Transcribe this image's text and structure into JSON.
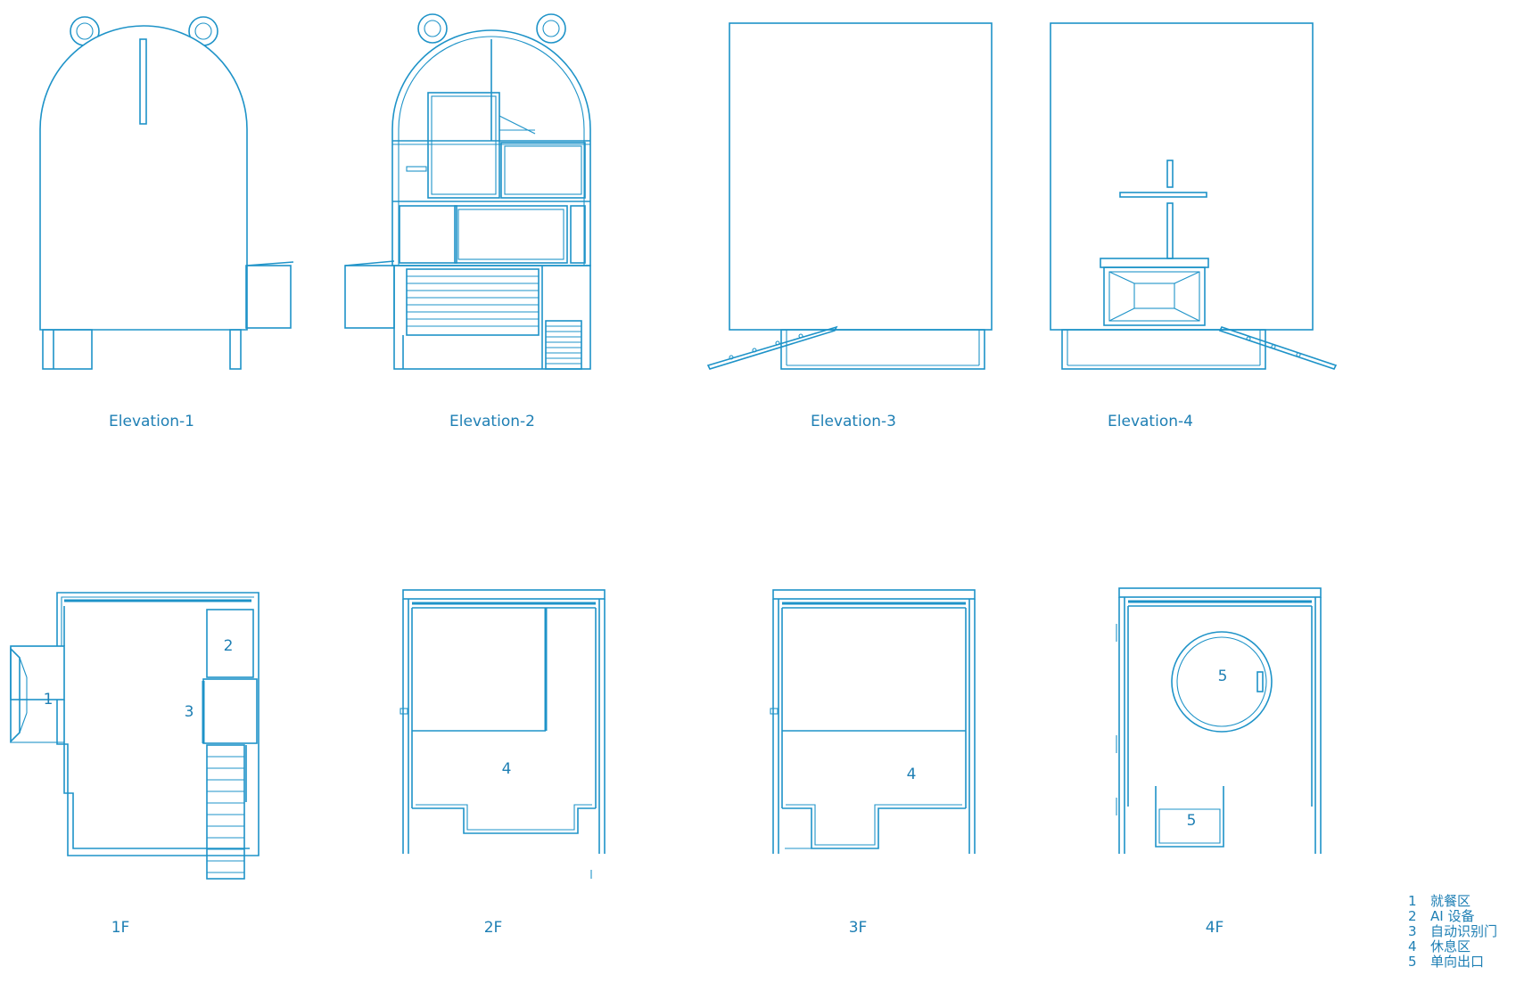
{
  "elevations": [
    "Elevation-1",
    "Elevation-2",
    "Elevation-3",
    "Elevation-4"
  ],
  "floors": [
    "1F",
    "2F",
    "3F",
    "4F"
  ],
  "room_tags": {
    "f1_a": "1",
    "f1_b": "2",
    "f1_c": "3",
    "f2_a": "4",
    "f3_a": "4",
    "f4_a": "5",
    "f4_b": "5"
  },
  "legend": [
    {
      "num": "1",
      "text": "就餐区"
    },
    {
      "num": "2",
      "text": "AI 设备"
    },
    {
      "num": "3",
      "text": "自动识别门"
    },
    {
      "num": "4",
      "text": "休息区"
    },
    {
      "num": "5",
      "text": "单向出口"
    }
  ],
  "colors": {
    "line": "#1e93c8",
    "text": "#1e7fb4",
    "background": "#ffffff"
  }
}
